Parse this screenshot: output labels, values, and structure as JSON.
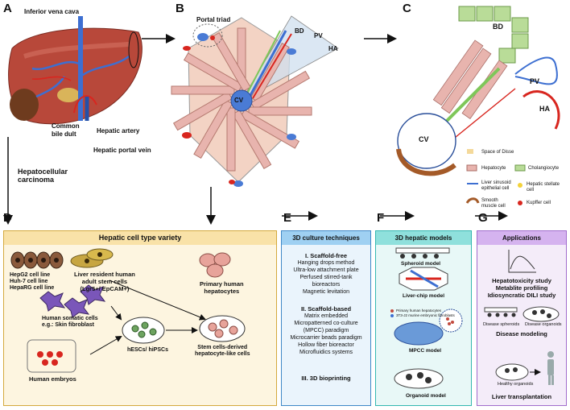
{
  "panels": {
    "a": "A",
    "b": "B",
    "c": "C",
    "d": "D",
    "e": "E",
    "f": "F",
    "g": "G"
  },
  "panel_a": {
    "inferior_vena_cava": "Inferior vena cava",
    "common_bile_duct": "Common\nbile dult",
    "hepatic_artery": "Hepatic artery",
    "hepatic_portal_vein": "Hepatic portal vein",
    "hcc": "Hepatocellular\ncarcinoma"
  },
  "panel_b": {
    "portal_triad": "Portal triad",
    "bd": "BD",
    "pv": "PV",
    "ha": "HA",
    "cv": "CV"
  },
  "panel_c": {
    "bd": "BD",
    "pv": "PV",
    "ha": "HA",
    "cv": "CV",
    "legend": {
      "space_of_disse": "Space of Disse",
      "hepatocyte": "Hepatocyte",
      "cholangiocyte": "Cholangiocyte",
      "lsec": "Liver sinusoid\nepithelial cell",
      "stellate": "Hepatic stellate\ncell",
      "smooth_muscle": "Smooth\nmuscle cell",
      "kupffer": "Kupffer cell"
    }
  },
  "panel_d": {
    "title": "Hepatic cell type variety",
    "cell_lines": "HepG2 cell line\nHuh-7 cell line\nHepaRG cell line",
    "adult_stem": "Liver resident human\nadult stem cells\n(Lgr5+/ EpCAM+)",
    "primary": "Primary human\nhepatocytes",
    "somatic": "Human somatic cells\ne.g.: Skin fibroblast",
    "hesc": "hESCs/ hiPSCs",
    "stem_derived": "Stem cells-derived\nhepatocyte-like cells",
    "embryos": "Human embryos"
  },
  "panel_e": {
    "title": "3D culture techniques",
    "s1_heading": "I. Scaffold-free",
    "s1_items": [
      "Hanging drops method",
      "Ultra-low attachment plate",
      "Perfused stirred-tank",
      "bioreactors",
      "Magnetic levitation"
    ],
    "s2_heading": "II. Scaffold-based",
    "s2_items": [
      "Matrix embedded",
      "Micropatterned co-culture",
      "(MPCC) paradigm",
      "Microcarrier beads paradigm",
      "Hollow fiber bioreactor",
      "Microfluidics systems"
    ],
    "s3_heading": "III. 3D bioprinting"
  },
  "panel_f": {
    "title": "3D hepatic models",
    "spheroid": "Spheroid model",
    "liver_chip": "Liver-chip model",
    "mpcc_legend_1": "Primary human hepatocytes",
    "mpcc_legend_2": "3T3-J2 murine embryonic fibroblasts",
    "mpcc": "MPCC model",
    "organoid": "Organoid model"
  },
  "panel_g": {
    "title": "Applications",
    "hepatotox": "Hepatotoxicity study",
    "metabolite": "Metablite profiling",
    "dili": "Idiosyncratic DILI study",
    "disease_spheroids": "Disease spheroids",
    "disease_organoids": "Disease organoids",
    "disease_modeling": "Disease modeling",
    "healthy_organoids": "Healthy organoids",
    "transplant": "Liver transplantation"
  },
  "colors": {
    "panel_d_bg": "#fdf5e0",
    "panel_d_header": "#f9e2a8",
    "panel_d_border": "#d4a93d",
    "panel_e_bg": "#eaf4fc",
    "panel_e_header": "#9fd0f2",
    "panel_e_border": "#3f88c7",
    "panel_f_bg": "#e8f8f7",
    "panel_f_header": "#8fe0dc",
    "panel_f_border": "#34b7b0",
    "panel_g_bg": "#f4ecf9",
    "panel_g_header": "#d5b3ef",
    "panel_g_border": "#a06ccc",
    "liver": "#b8483a",
    "hepatocyte": "#e8b4ae",
    "cholangiocyte": "#b9dc98",
    "vein": "#3d6fd1",
    "artery": "#d8261f"
  }
}
